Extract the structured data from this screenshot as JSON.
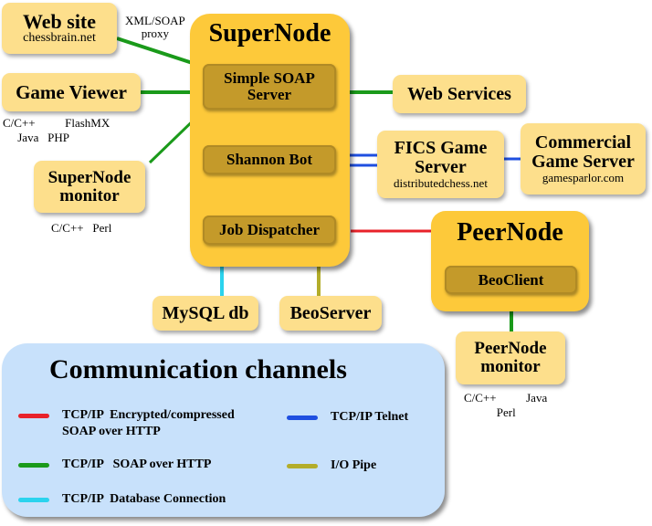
{
  "colors": {
    "encrypted_soap": "#e8222a",
    "soap": "#1a9a1a",
    "telnet": "#1f4fe0",
    "io_pipe": "#b3ad2a",
    "database": "#2bd3ee",
    "box_fill": "#fddf8c",
    "node_fill": "#fdc93a",
    "component_fill": "#c49a2a",
    "legend_fill": "#c8e1fb"
  },
  "nodes": {
    "web_site": {
      "title": "Web site",
      "subtitle": "chessbrain.net"
    },
    "xml_soap_proxy": {
      "label": "XML/SOAP\nproxy"
    },
    "game_viewer": {
      "title": "Game Viewer",
      "languages": "C/C++          FlashMX\n     Java   PHP"
    },
    "supernode_monitor": {
      "title_line1": "SuperNode",
      "title_line2": "monitor",
      "languages": "C/C++   Perl"
    },
    "supernode": {
      "title": "SuperNode",
      "components": {
        "soap_server": {
          "line1": "Simple SOAP",
          "line2": "Server"
        },
        "shannon_bot": {
          "label": "Shannon Bot"
        },
        "job_dispatcher": {
          "label": "Job Dispatcher"
        }
      }
    },
    "web_services": {
      "title": "Web Services"
    },
    "fics": {
      "title_line1": "FICS Game",
      "title_line2": "Server",
      "subtitle": "distributedchess.net"
    },
    "commercial": {
      "title_line1": "Commercial",
      "title_line2": "Game Server",
      "subtitle": "gamesparlor.com"
    },
    "peernode": {
      "title": "PeerNode",
      "components": {
        "beoclient": {
          "label": "BeoClient"
        }
      }
    },
    "peernode_monitor": {
      "title_line1": "PeerNode",
      "title_line2": "monitor",
      "languages": "C/C++          Java\n           Perl"
    },
    "mysql": {
      "title": "MySQL db"
    },
    "beoserver": {
      "title": "BeoServer"
    }
  },
  "legend": {
    "title": "Communication channels",
    "items": [
      {
        "label": "TCP/IP  Encrypted/compressed\nSOAP over HTTP",
        "color_key": "encrypted_soap"
      },
      {
        "label": "TCP/IP   SOAP over HTTP",
        "color_key": "soap"
      },
      {
        "label": "TCP/IP  Database Connection",
        "color_key": "database"
      },
      {
        "label": "TCP/IP Telnet",
        "color_key": "telnet"
      },
      {
        "label": "I/O Pipe",
        "color_key": "io_pipe"
      }
    ]
  },
  "connections": [
    {
      "from": "web_site",
      "to": "soap_server",
      "type": "soap"
    },
    {
      "from": "game_viewer",
      "to": "soap_server",
      "type": "soap"
    },
    {
      "from": "supernode_monitor",
      "to": "soap_server",
      "type": "soap"
    },
    {
      "from": "soap_server",
      "to": "web_services",
      "type": "soap"
    },
    {
      "from": "shannon_bot",
      "to": "fics",
      "type": "telnet",
      "count": 2
    },
    {
      "from": "fics",
      "to": "commercial",
      "type": "telnet"
    },
    {
      "from": "job_dispatcher",
      "to": "peernode",
      "type": "encrypted_soap"
    },
    {
      "from": "supernode",
      "to": "mysql",
      "type": "database"
    },
    {
      "from": "supernode",
      "to": "beoserver",
      "type": "io_pipe"
    },
    {
      "from": "peernode",
      "to": "peernode_monitor",
      "type": "soap"
    }
  ]
}
